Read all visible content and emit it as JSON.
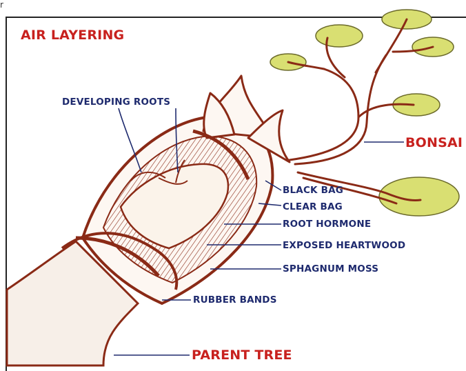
{
  "corner_mark": "r",
  "title": "AIR LAYERING",
  "labels": {
    "developing_roots": "DEVELOPING ROOTS",
    "bonsai": "BONSAI",
    "black_bag": "BLACK BAG",
    "clear_bag": "CLEAR BAG",
    "root_hormone": "ROOT HORMONE",
    "exposed_heartwood": "EXPOSED HEARTWOOD",
    "sphagnum_moss": "SPHAGNUM MOSS",
    "rubber_bands": "RUBBER BANDS",
    "parent_tree": "PARENT TREE"
  },
  "colors": {
    "title_red": "#c8211e",
    "label_blue": "#1e2a6e",
    "wood_brown": "#8a2a16",
    "foliage": "#d9df72",
    "foliage_dark": "#6b6a2a"
  }
}
